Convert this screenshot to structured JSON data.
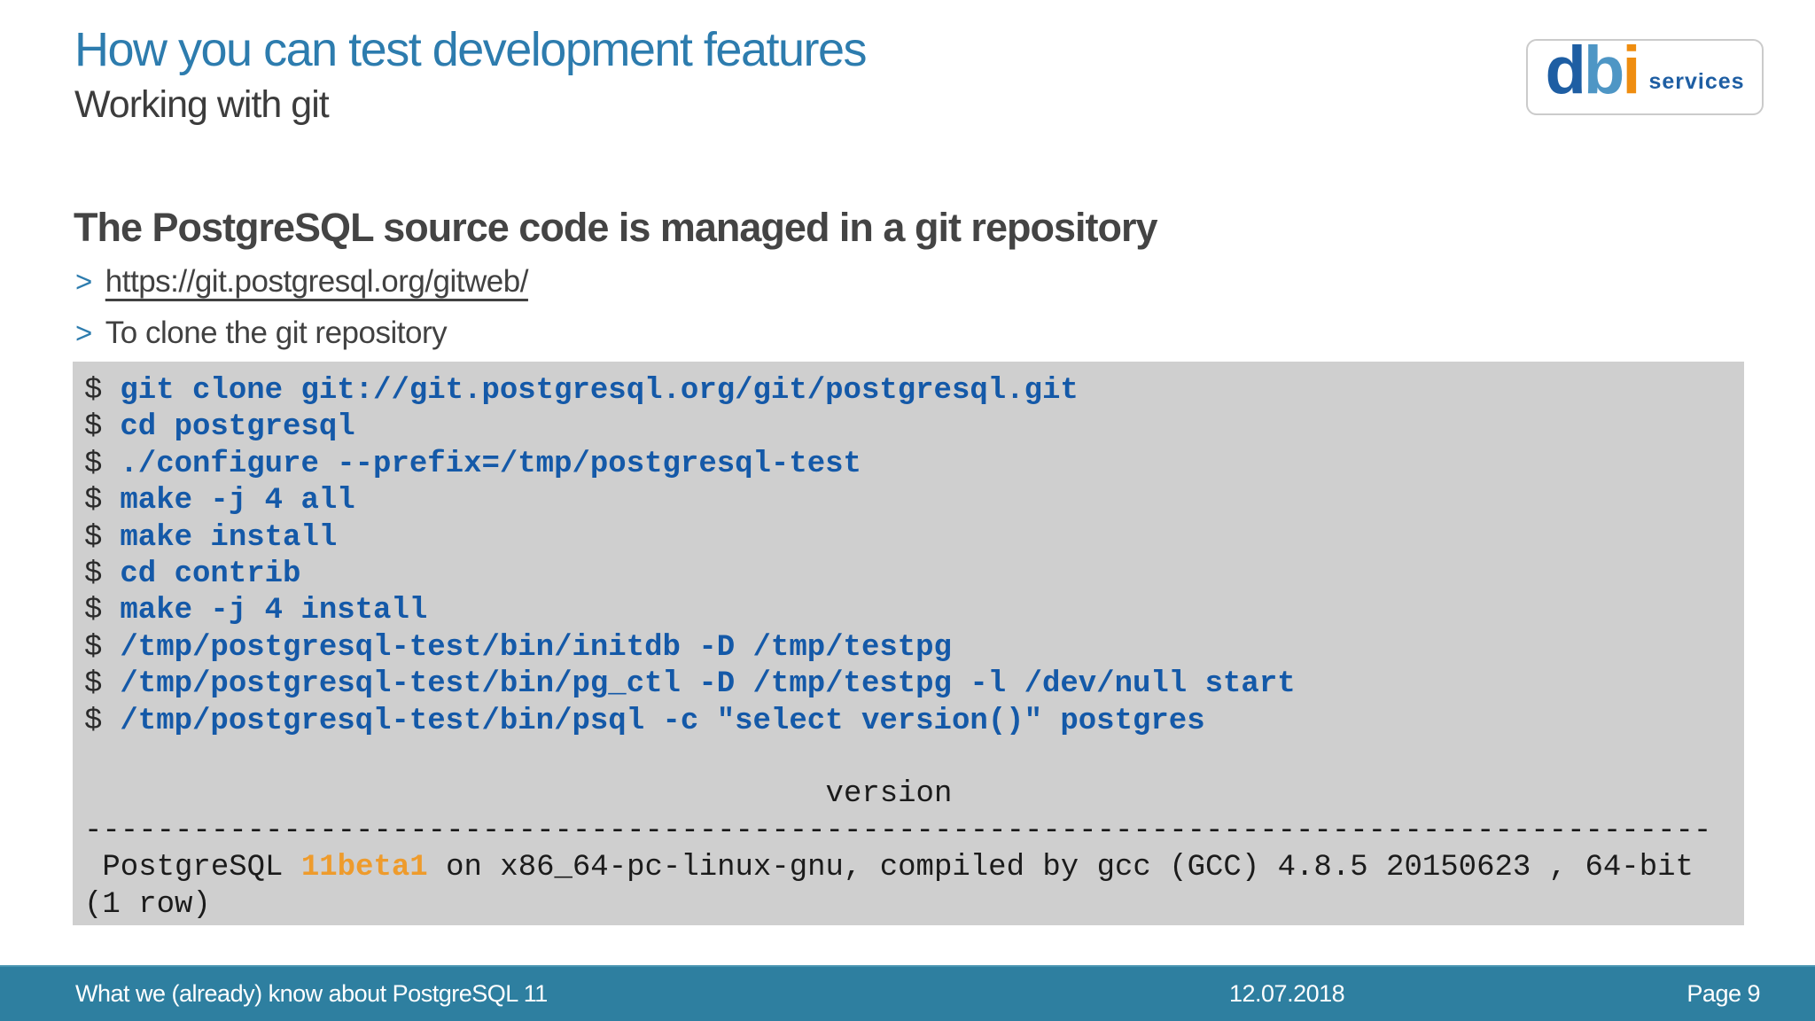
{
  "slide": {
    "title": "How you can test development features",
    "subtitle": "Working with git",
    "heading": "The PostgreSQL source code is managed in a git repository",
    "bullet_marker": ">",
    "bullets": [
      {
        "text": "https://git.postgresql.org/gitweb/"
      },
      {
        "text": "To clone the git repository"
      }
    ]
  },
  "logo": {
    "letter_d": "d",
    "letter_b": "b",
    "letter_i": "i",
    "services_label": "services"
  },
  "terminal": {
    "prompt": "$",
    "commands": [
      "git clone git://git.postgresql.org/git/postgresql.git",
      "cd postgresql",
      "./configure --prefix=/tmp/postgresql-test",
      "make -j 4 all",
      "make install",
      "cd contrib",
      "make -j 4 install",
      "/tmp/postgresql-test/bin/initdb -D /tmp/testpg",
      "/tmp/postgresql-test/bin/pg_ctl -D /tmp/testpg -l /dev/null start",
      "/tmp/postgresql-test/bin/psql -c \"select version()\" postgres"
    ],
    "output": {
      "version_header": "                                         version",
      "separator": "------------------------------------------------------------------------------------------",
      "result_prefix": " PostgreSQL ",
      "result_highlight": "11beta1",
      "result_suffix": " on x86_64-pc-linux-gnu, compiled by gcc (GCC) 4.8.5 20150623 , 64-bit",
      "row_count": "(1 row)"
    }
  },
  "footer": {
    "left_text": "What we (already) know about PostgreSQL 11",
    "date": "12.07.2018",
    "page": "Page 9"
  },
  "colors": {
    "title_blue": "#2d7cae",
    "heading_gray": "#444444",
    "command_blue": "#1459a8",
    "highlight_orange": "#ee9b2c",
    "code_background": "#cfcfcf",
    "footer_background": "#2e7fa0",
    "logo_dark_blue": "#1e5ea3",
    "logo_light_blue": "#4e96c5",
    "logo_orange": "#ef8d10"
  }
}
